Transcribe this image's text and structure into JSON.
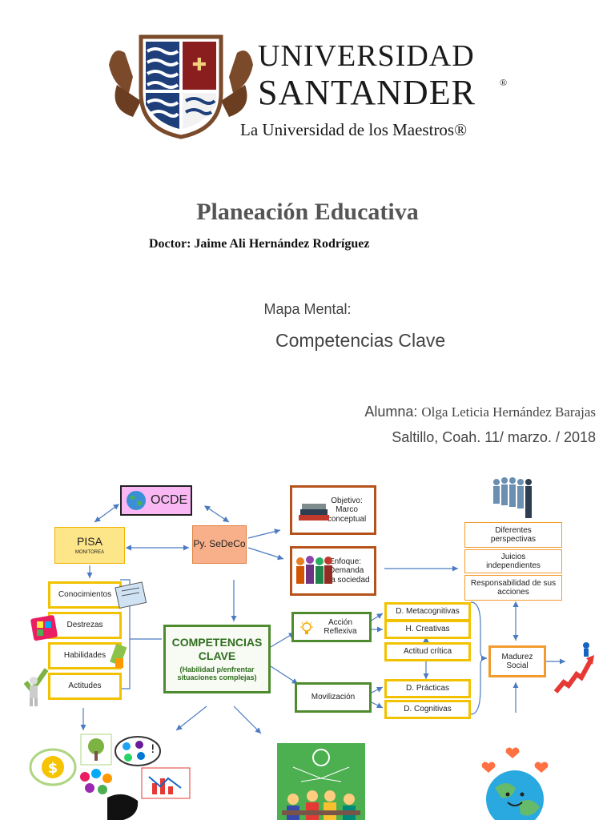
{
  "header": {
    "logo_line1": "UNIVERSIDAD",
    "logo_line2": "SANTANDER",
    "logo_reg": "®",
    "tagline": "La Universidad de los Maestros®"
  },
  "document": {
    "title": "Planeación Educativa",
    "doctor": "Doctor: Jaime Ali Hernández Rodríguez",
    "mapa_label": "Mapa Mental:",
    "topic": "Competencias Clave",
    "alumna_label": "Alumna",
    "alumna_name": "Olga Leticia Hernández Barajas",
    "date": "Saltillo, Coah. 11/ marzo. / 2018"
  },
  "mindmap": {
    "ocde": "OCDE",
    "pisa": "PISA",
    "pisa_sub": "MONITOREA",
    "py": "Py. SeDeCo",
    "objetivo": "Objetivo: Marco conceptual",
    "enfoque": "Enfoque: Demanda la sociedad",
    "conocimientos": "Conocimientos",
    "destrezas": "Destrezas",
    "habilidades": "Habilidades",
    "actitudes": "Actitudes",
    "competencias": "COMPETENCIAS CLAVE",
    "competencias_sub": "(Habilidad p/enfrentar situaciones complejas)",
    "accion": "Acción Reflexiva",
    "movilizacion": "Movilización",
    "metacognitivas": "D. Metacognitivas",
    "creativas": "H. Creativas",
    "critica": "Actitud crítica",
    "practicas": "D. Prácticas",
    "cognitivas": "D. Cognitivas",
    "perspectivas": "Diferentes perspectivas",
    "juicios": "Juicios independientes",
    "responsabilidad": "Responsabilidad de sus acciones",
    "madurez": "Madurez Social"
  },
  "colors": {
    "pisa_fill": "#fde58a",
    "ocde_fill": "#f9b8f4",
    "py_fill": "#f7b08a",
    "comp_text": "#2f6e1f",
    "yellow_border": "#f2c200",
    "green_border": "#4e8b2e",
    "brown_border": "#b5521c",
    "orange_border": "#f29a2e",
    "arrow": "#4a7ac2"
  },
  "icons": [
    "university-crest-icon",
    "globe-icon",
    "books-icon",
    "crowd-icon",
    "lightbulb-icon",
    "people-icon",
    "stairs-arrow-icon",
    "earth-hearts-icon",
    "dollar-icon",
    "social-media-icon",
    "chart-icon",
    "tree-icon",
    "student-icon",
    "brain-icon",
    "checkmark-person-icon"
  ]
}
